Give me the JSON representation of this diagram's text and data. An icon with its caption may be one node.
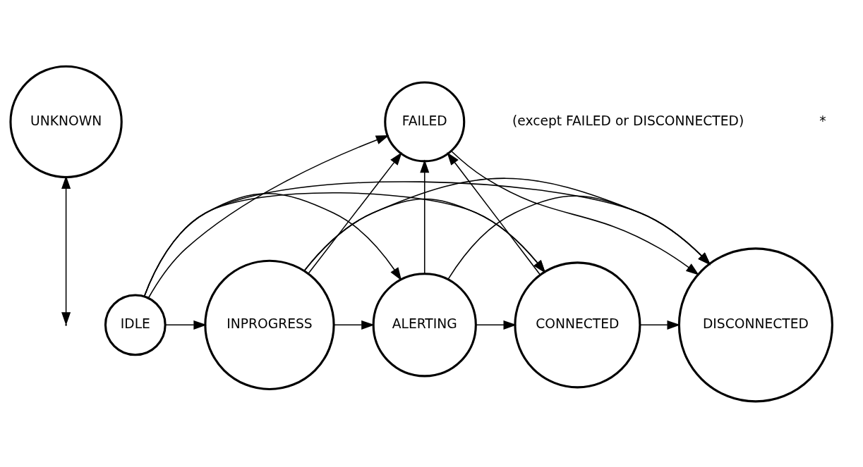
{
  "diagram": {
    "nodes": [
      {
        "text": [
          "UNKNOWN"
        ]
      },
      {
        "text": [
          "FAILED"
        ]
      },
      {
        "text": [
          "IDLE"
        ]
      },
      {
        "text": [
          "INPROGRESS"
        ]
      },
      {
        "text": [
          "ALERTING"
        ]
      },
      {
        "text": [
          "CONNECTED"
        ]
      },
      {
        "text": [
          "DISCONNECTED"
        ]
      }
    ],
    "edges": [
      {
        "from": 0,
        "to": null,
        "arrow": "both"
      },
      {
        "from": 2,
        "to": 1,
        "arrow": "to"
      },
      {
        "from": 3,
        "to": 1,
        "arrow": "to"
      },
      {
        "from": 4,
        "to": 1,
        "arrow": "to"
      },
      {
        "from": 5,
        "to": 1,
        "arrow": "to"
      },
      {
        "from": 1,
        "to": 6,
        "arrow": "to"
      },
      {
        "from": 2,
        "to": 3,
        "arrow": "to"
      },
      {
        "from": 3,
        "to": 4,
        "arrow": "to"
      },
      {
        "from": 4,
        "to": 5,
        "arrow": "to"
      },
      {
        "from": 5,
        "to": 6,
        "arrow": "to"
      },
      {
        "from": 2,
        "to": 4,
        "arrow": "to"
      },
      {
        "from": 2,
        "to": 5,
        "arrow": "to"
      },
      {
        "from": 2,
        "to": 6,
        "arrow": "to"
      },
      {
        "from": 3,
        "to": 5,
        "arrow": "to"
      },
      {
        "from": 3,
        "to": 6,
        "arrow": "to"
      },
      {
        "from": 4,
        "to": 6,
        "arrow": "to"
      }
    ],
    "labels": [
      "(except FAILED or DISCONNECTED)",
      "*"
    ]
  }
}
